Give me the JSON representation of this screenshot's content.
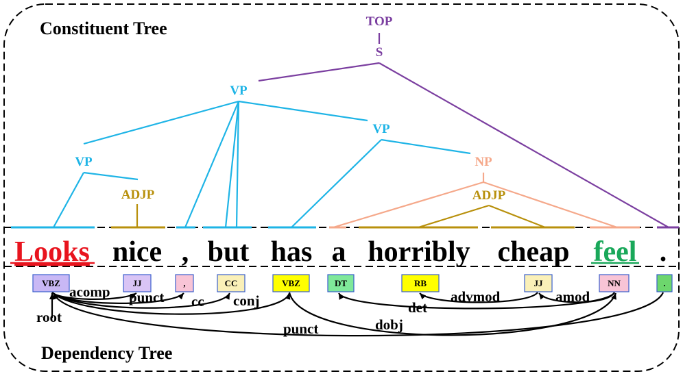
{
  "titles": {
    "constituent": "Constituent Tree",
    "dependency": "Dependency Tree"
  },
  "colors": {
    "purple": "#7b3fa0",
    "blue": "#1eb4e6",
    "salmon": "#f5a88a",
    "gold": "#b8900c",
    "red": "#e8141e",
    "green": "#1aa85a"
  },
  "constituent_nodes": {
    "top": "TOP",
    "s": "S",
    "vp_main": "VP",
    "vp_right": "VP",
    "vp_left": "VP",
    "adjp_left": "ADJP",
    "np": "NP",
    "adjp_right": "ADJP"
  },
  "tokens": [
    "Looks",
    "nice",
    ",",
    "but",
    "has",
    "a",
    "horribly",
    "cheap",
    "feel",
    "."
  ],
  "pos_tags": [
    {
      "tag": "VBZ",
      "fill": "#c9b8f5"
    },
    {
      "tag": "JJ",
      "fill": "#d9c4f5"
    },
    {
      "tag": ",",
      "fill": "#f8c4d6"
    },
    {
      "tag": "CC",
      "fill": "#faf0b8"
    },
    {
      "tag": "VBZ",
      "fill": "#ffff00"
    },
    {
      "tag": "DT",
      "fill": "#7fe89a"
    },
    {
      "tag": "RB",
      "fill": "#ffff00"
    },
    {
      "tag": "JJ",
      "fill": "#faf0b8"
    },
    {
      "tag": "NN",
      "fill": "#f8c4d6"
    },
    {
      "tag": ".",
      "fill": "#6dd66d"
    }
  ],
  "dependency_labels": {
    "root": "root",
    "acomp": "acomp",
    "punct1": "punct",
    "cc": "cc",
    "conj": "conj",
    "det": "det",
    "advmod": "advmod",
    "amod": "amod",
    "dobj": "dobj",
    "punct2": "punct"
  }
}
